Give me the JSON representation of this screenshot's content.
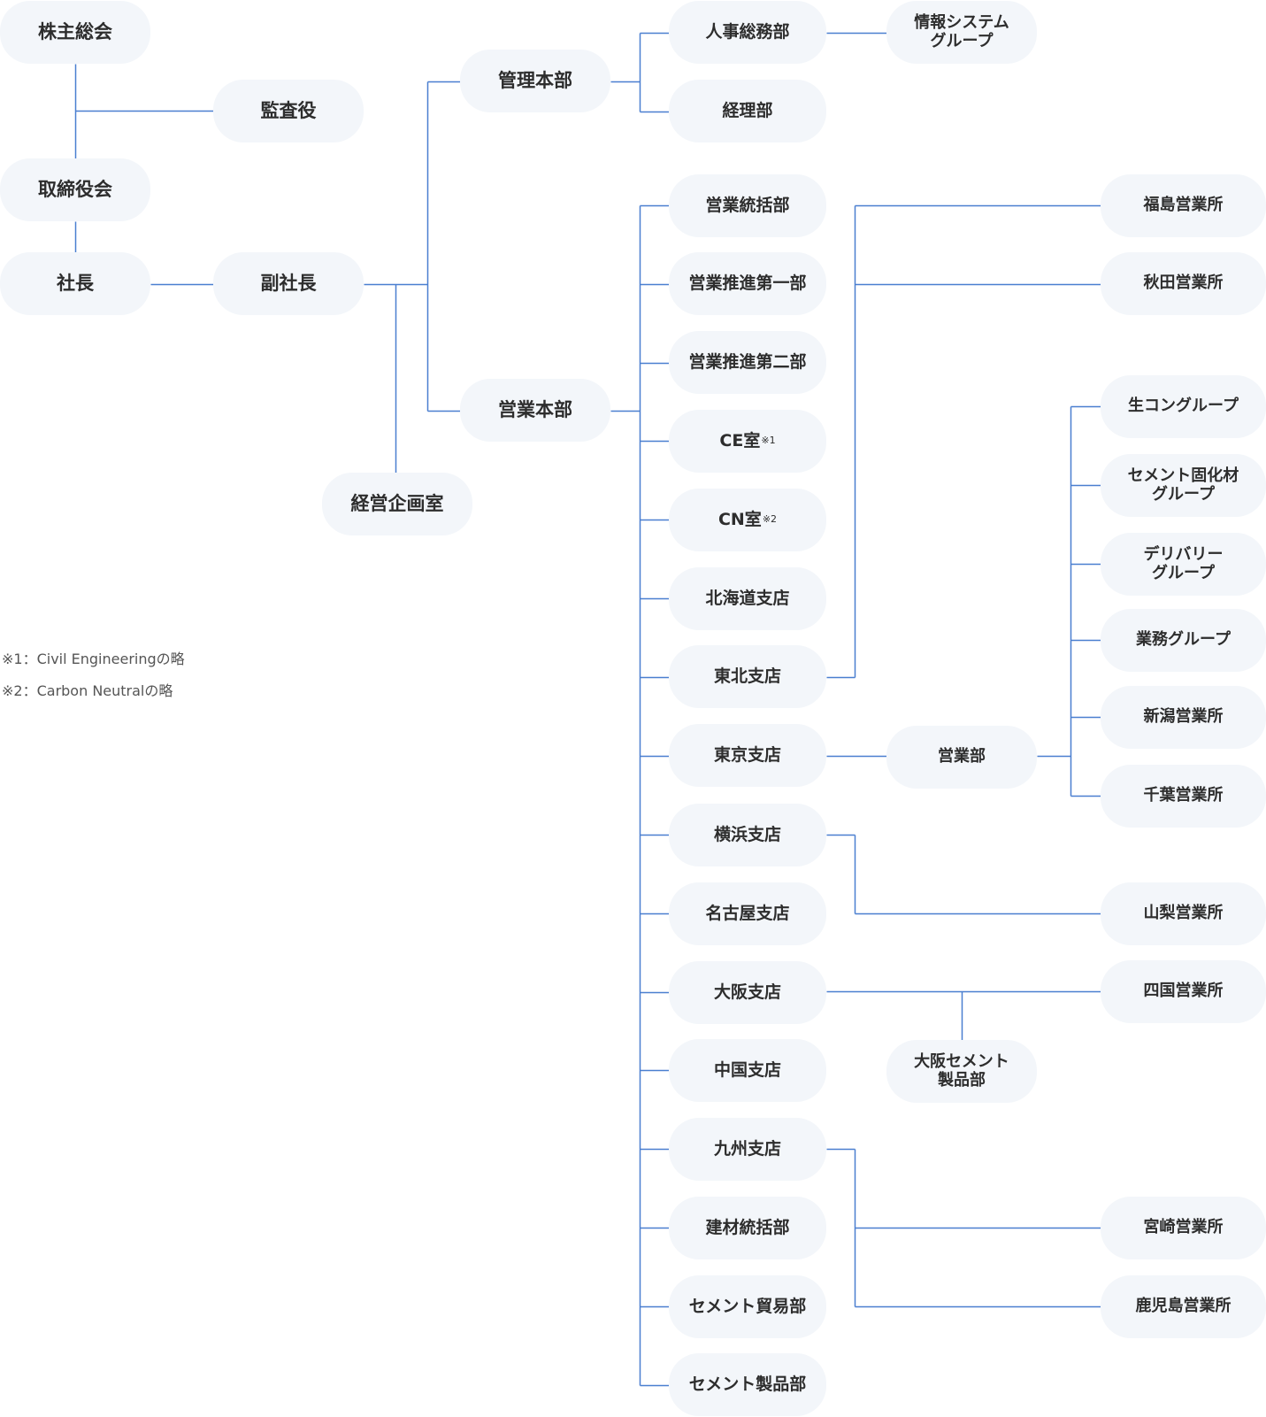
{
  "colors": {
    "line": "#4a7fd0",
    "node_bg": "#f3f6fa",
    "text": "#2d2d2d",
    "note_text": "#555555"
  },
  "nodes": {
    "shareholders": "株主総会",
    "auditor": "監査役",
    "board": "取締役会",
    "president": "社長",
    "vice_president": "副社長",
    "planning": "経営企画室",
    "admin_hq": "管理本部",
    "sales_hq": "営業本部",
    "hr": "人事総務部",
    "infosys": "情報システム\nグループ",
    "accounting": "経理部",
    "sales_control": "営業統括部",
    "promo1": "営業推進第一部",
    "promo2": "営業推進第二部",
    "ce_room": "CE室",
    "ce_mark": "※1",
    "cn_room": "CN室",
    "cn_mark": "※2",
    "hokkaido": "北海道支店",
    "tohoku": "東北支店",
    "tokyo": "東京支店",
    "yokohama": "横浜支店",
    "nagoya": "名古屋支店",
    "osaka": "大阪支店",
    "chugoku": "中国支店",
    "kyushu": "九州支店",
    "building": "建材統括部",
    "cement_trade": "セメント貿易部",
    "cement_products": "セメント製品部",
    "tokyo_sales": "営業部",
    "osaka_cement": "大阪セメント\n製品部",
    "fukushima": "福島営業所",
    "akita": "秋田営業所",
    "namacon": "生コングループ",
    "cement_solid": "セメント固化材\nグループ",
    "delivery": "デリバリー\nグループ",
    "gyomu": "業務グループ",
    "niigata": "新潟営業所",
    "chiba": "千葉営業所",
    "yamanashi": "山梨営業所",
    "shikoku": "四国営業所",
    "miyazaki": "宮崎営業所",
    "kagoshima": "鹿児島営業所"
  },
  "notes": [
    "※1：Civil Engineeringの略",
    "※2：Carbon Neutralの略"
  ]
}
